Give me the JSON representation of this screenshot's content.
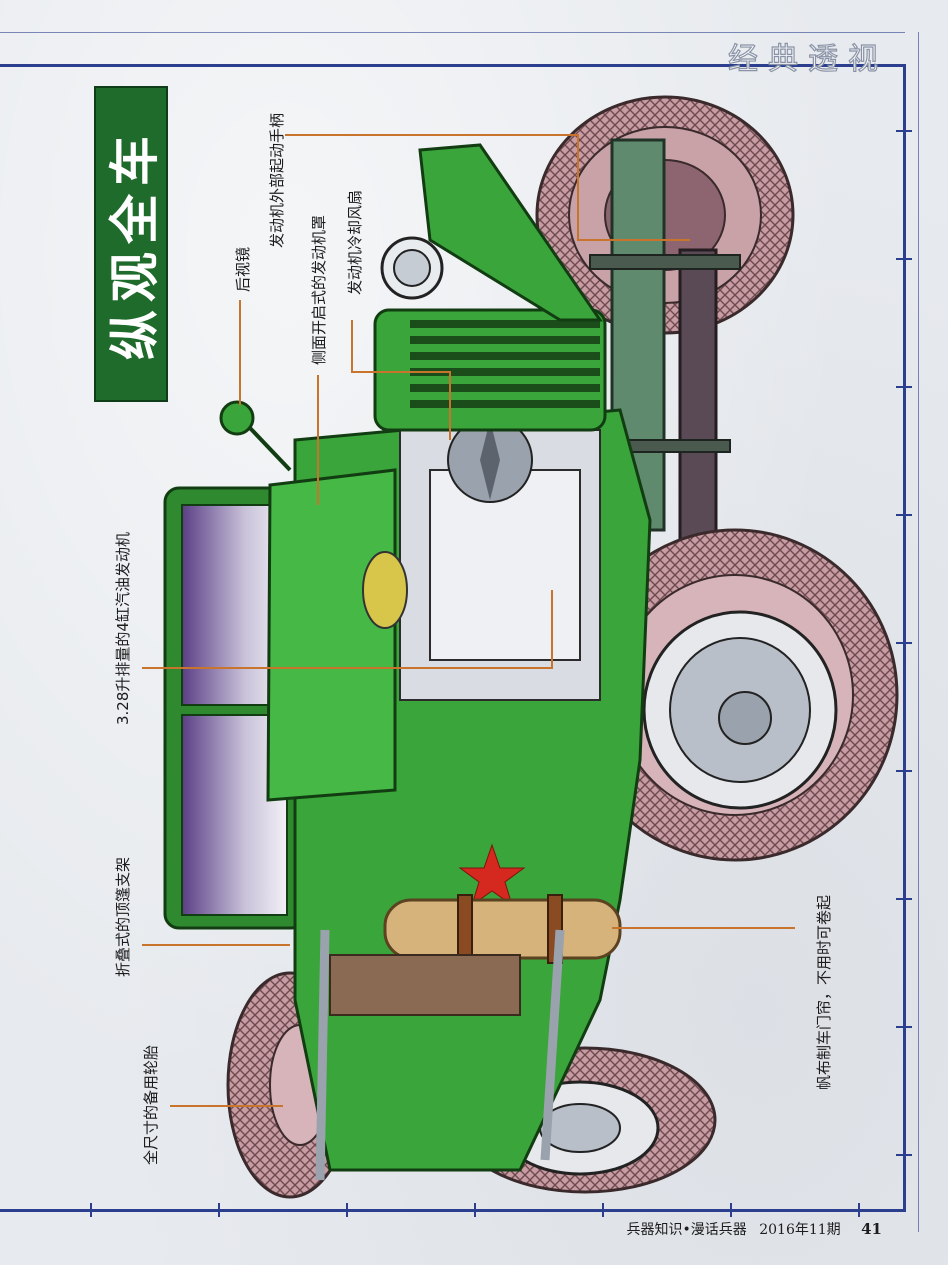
{
  "section_title": "经典透视",
  "side_title": "纵观全车",
  "labels": {
    "mirror": "后视镜",
    "hand_crank": "发动机外部起动手柄",
    "side_hood": "侧面开启式的发动机罩",
    "cooling_fan": "发动机冷却风扇",
    "engine": "3.28升排量的4缸汽油发动机",
    "roof_support": "折叠式的顶篷支架",
    "spare_tire": "全尺寸的备用轮胎",
    "canvas_door": "帆布制车门帘，不用时可卷起"
  },
  "footer": {
    "publication": "兵器知识•漫话兵器",
    "issue": "2016年11期",
    "page_number": "41"
  },
  "colors": {
    "frame": "#2c3f8f",
    "body_green": "#3aa53a",
    "dark_green": "#1f6b2c",
    "tire": "#c9a2a8",
    "leader_line": "#c8742c",
    "star": "#d5281e"
  }
}
